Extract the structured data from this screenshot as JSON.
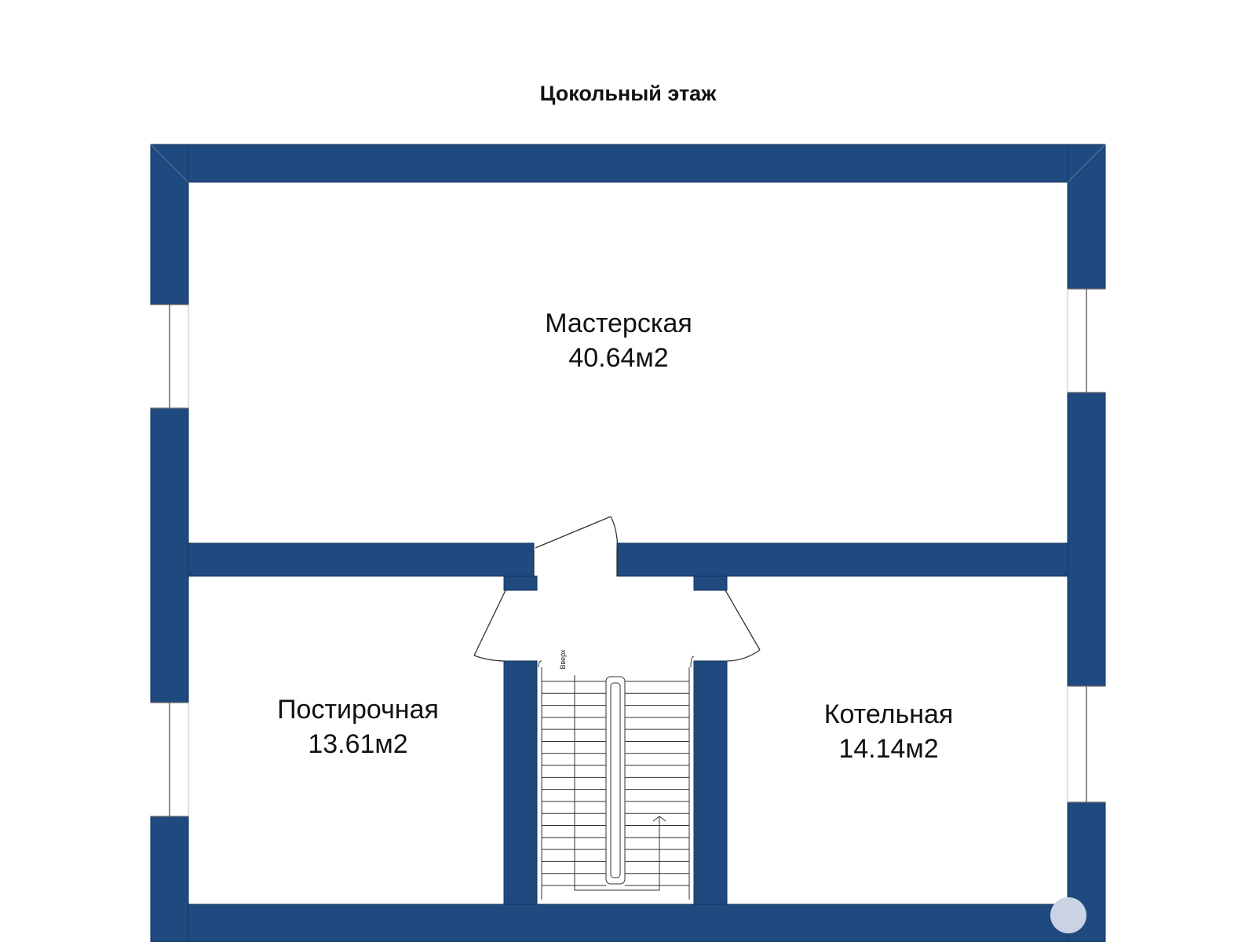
{
  "title": "Цокольный этаж",
  "colors": {
    "wall": "#1f4a80",
    "line": "#333333",
    "background": "#ffffff"
  },
  "rooms": [
    {
      "name": "Мастерская",
      "area": "40.64м2"
    },
    {
      "name": "Постирочная",
      "area": "13.61м2"
    },
    {
      "name": "Котельная",
      "area": "14.14м2"
    }
  ],
  "stairs": {
    "label": "Вверх",
    "steps": 18
  }
}
